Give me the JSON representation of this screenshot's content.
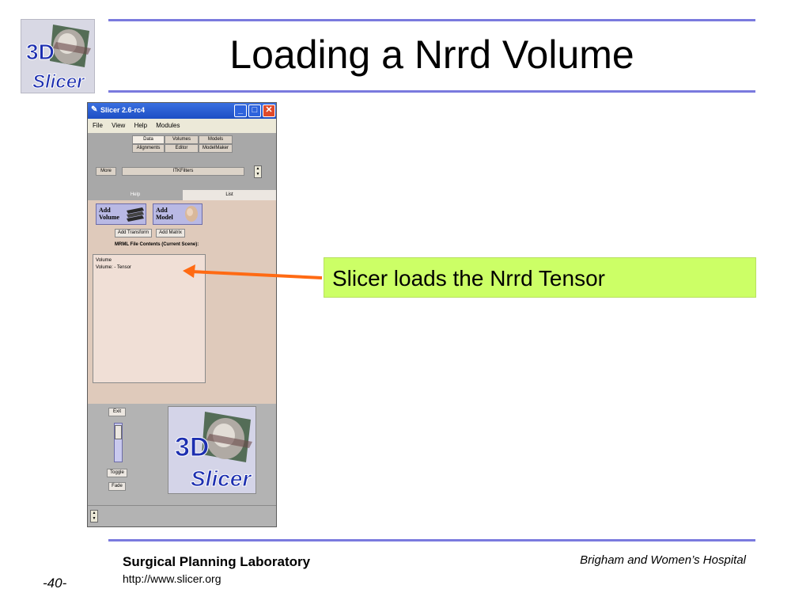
{
  "slide": {
    "title": "Loading a Nrrd Volume",
    "callout": "Slicer loads the Nrrd Tensor",
    "page_number": "-40-"
  },
  "logo": {
    "text_3d": "3D",
    "text_slicer": "Slicer"
  },
  "footer": {
    "lab": "Surgical Planning Laboratory",
    "url": "http://www.slicer.org",
    "hospital": "Brigham and Women’s Hospital"
  },
  "app": {
    "window_title": "Slicer 2.6-rc4",
    "menu": [
      "File",
      "View",
      "Help",
      "Modules"
    ],
    "module_tabs_row1": [
      "Data",
      "Volumes",
      "Models"
    ],
    "module_tabs_row2": [
      "Alignments",
      "Editor",
      "ModelMaker"
    ],
    "more_button": "More",
    "module_dropdown": "ITKFilters",
    "sub_tabs": [
      "Help",
      "List"
    ],
    "add_volume_label": [
      "Add",
      "Volume"
    ],
    "add_model_label": [
      "Add",
      "Model"
    ],
    "add_transform_button": "Add Transform",
    "add_matrix_button": "Add Matrix",
    "mrml_label": "MRML File Contents (Current Scene):",
    "scene_items": [
      "Volume",
      "Volume:  - Tensor"
    ],
    "exit_button": "Exit",
    "toggle_button": "Toggle",
    "fade_button": "Fade"
  },
  "colors": {
    "rule": "#7a7ade",
    "callout_bg": "#ccff66",
    "arrow": "#ff6a13",
    "titlebar": "#1d4fc4"
  }
}
